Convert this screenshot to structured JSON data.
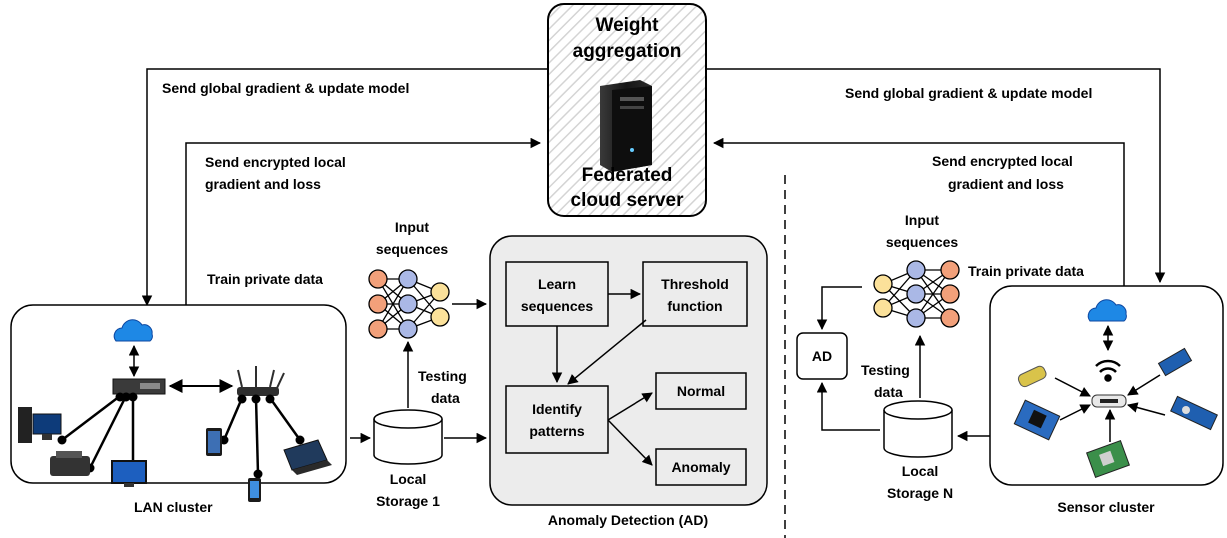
{
  "server": {
    "title": "Weight aggregation",
    "title_lines": [
      "Weight",
      "aggregation"
    ],
    "subtitle": "Federated cloud server",
    "subtitle_lines": [
      "Federated",
      "cloud server"
    ]
  },
  "flows": {
    "left_global": "Send global gradient & update model",
    "right_global": "Send global gradient & update model",
    "left_local": "Send encrypted local gradient and loss",
    "left_local_lines": [
      "Send encrypted local",
      "gradient and loss"
    ],
    "right_local": "Send encrypted local gradient and loss",
    "right_local_lines": [
      "Send encrypted local",
      "gradient and loss"
    ]
  },
  "left": {
    "input_sequences": "Input sequences",
    "input_sequences_lines": [
      "Input",
      "sequences"
    ],
    "train": "Train private data",
    "testing": "Testing data",
    "testing_lines": [
      "Testing",
      "data"
    ],
    "storage": "Local Storage 1",
    "storage_lines": [
      "Local",
      "Storage 1"
    ],
    "cluster": "LAN cluster"
  },
  "ad": {
    "title": "Anomaly Detection (AD)",
    "learn": "Learn sequences",
    "learn_lines": [
      "Learn",
      "sequences"
    ],
    "threshold": "Threshold function",
    "threshold_lines": [
      "Threshold",
      "function"
    ],
    "identify": "Identify patterns",
    "identify_lines": [
      "Identify",
      "patterns"
    ],
    "normal": "Normal",
    "anomaly": "Anomaly"
  },
  "right": {
    "input_sequences": "Input sequences",
    "input_sequences_lines": [
      "Input",
      "sequences"
    ],
    "train": "Train private data",
    "ad": "AD",
    "testing": "Testing data",
    "testing_lines": [
      "Testing",
      "data"
    ],
    "storage": "Local Storage N",
    "storage_lines": [
      "Local",
      "Storage N"
    ],
    "cluster": "Sensor cluster"
  },
  "colors": {
    "accent_cloud": "#1e88e5",
    "ad_panel": "#ececec",
    "node_orange": "#f2a07a",
    "node_blue": "#aab8e6",
    "node_yellow": "#fbe19a"
  }
}
